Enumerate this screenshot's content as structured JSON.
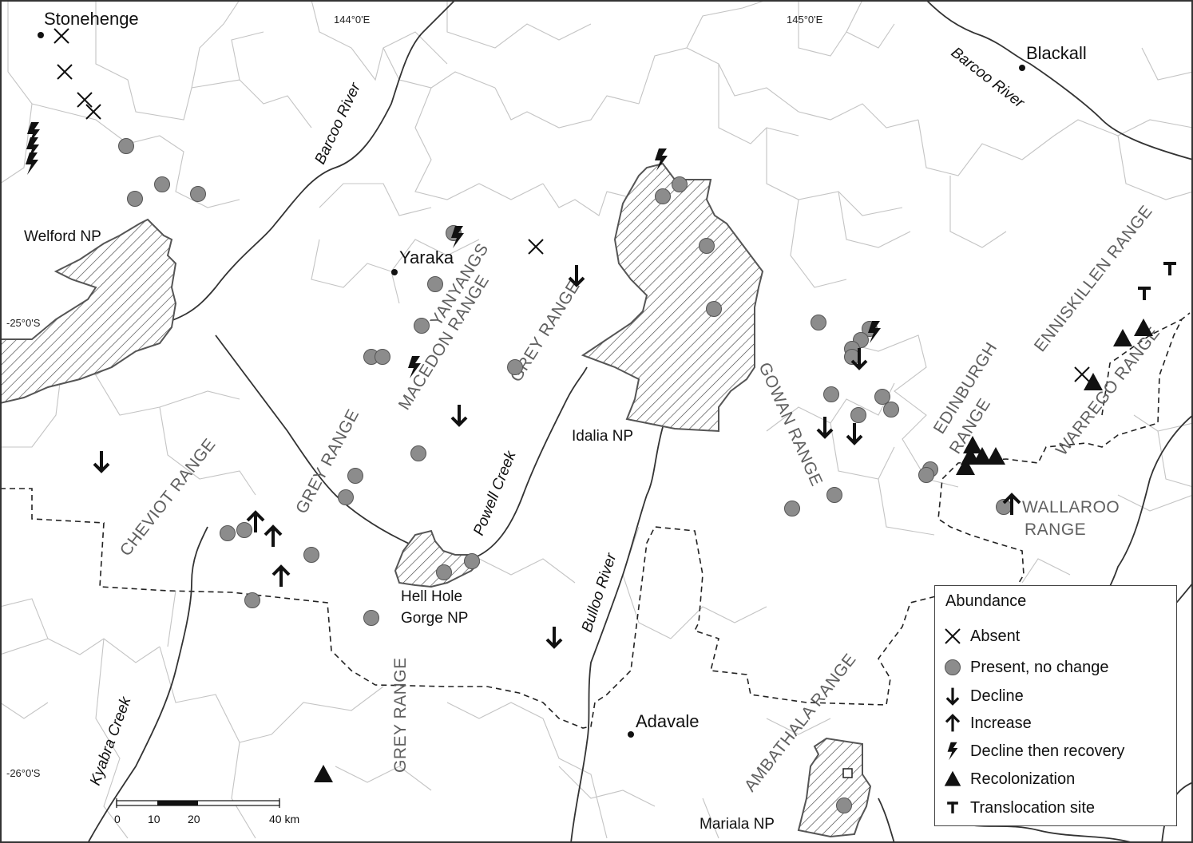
{
  "coordinates": {
    "lon_144": "144°0'E",
    "lon_145": "145°0'E",
    "lat_25": "-25°0'S",
    "lat_26": "-26°0'S"
  },
  "towns": [
    {
      "name": "Stonehenge"
    },
    {
      "name": "Blackall"
    },
    {
      "name": "Yaraka"
    },
    {
      "name": "Adavale"
    }
  ],
  "national_parks": {
    "welford": "Welford NP",
    "idalia": "Idalia NP",
    "hell_hole_1": "Hell Hole",
    "hell_hole_2": "Gorge NP",
    "mariala": "Mariala NP"
  },
  "ranges": {
    "yanyangs": "YANYANGS",
    "macedon": "MACEDON RANGE",
    "grey_north": "GREY RANGE",
    "grey_west": "GREY RANGE",
    "grey_south": "GREY RANGE",
    "cheviot": "CHEVIOT RANGE",
    "gowan": "GOWAN RANGE",
    "edinburgh_1": "EDINBURGH",
    "edinburgh_2": "RANGE",
    "enniskillen": "ENNISKILLEN RANGE",
    "warrego": "WARREGO RANGE",
    "wallaroo_1": "WALLAROO",
    "wallaroo_2": "RANGE",
    "ambathala": "AMBATHALA RANGE"
  },
  "rivers": {
    "barcoo_west": "Barcoo River",
    "barcoo_east": "Barcoo River",
    "powell": "Powell Creek",
    "bulloo": "Bulloo River",
    "kyabra": "Kyabra Creek"
  },
  "scale_bar": {
    "labels": [
      "0",
      "10",
      "20",
      "40 km"
    ]
  },
  "legend": {
    "title": "Abundance",
    "items": [
      {
        "symbol": "cross",
        "label": "Absent"
      },
      {
        "symbol": "circle",
        "label": "Present, no change"
      },
      {
        "symbol": "down-arrow",
        "label": "Decline"
      },
      {
        "symbol": "up-arrow",
        "label": "Increase"
      },
      {
        "symbol": "lightning",
        "label": "Decline then recovery"
      },
      {
        "symbol": "triangle",
        "label": "Recolonization"
      },
      {
        "symbol": "t-mark",
        "label": "Translocation site"
      }
    ]
  },
  "colors": {
    "circle_fill": "#8c8c8c",
    "boundary": "#c4c4c4",
    "river": "#333333",
    "np_outline": "#555555"
  }
}
